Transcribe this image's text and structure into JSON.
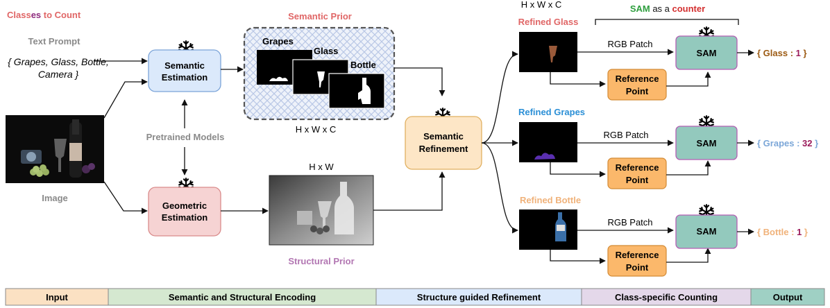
{
  "diagram": {
    "classes_heading": {
      "part1": "Class",
      "part2": "es",
      "part3": " to Count"
    },
    "text_prompt_label": "Text Prompt",
    "prompt_line1": "{ Grapes, Glass, Bottle,",
    "prompt_line2": "Camera }",
    "image_label": "Image",
    "pretrained_models": "Pretrained Models",
    "semantic_estimation": {
      "line1": "Semantic",
      "line2": "Estimation"
    },
    "geometric_estimation": {
      "line1": "Geometric",
      "line2": "Estimation"
    },
    "semantic_prior_title": "Semantic Prior",
    "mask_labels": [
      "Grapes",
      "Glass",
      "Bottle"
    ],
    "hxwxc_middle": "H x W x C",
    "hxw": "H x W",
    "structural_prior": "Structural Prior",
    "semantic_refinement": {
      "line1": "Semantic",
      "line2": "Refinement"
    },
    "hxwxc_top": "H x W x C",
    "counter_heading": {
      "sam": "SAM",
      "mid": " as a ",
      "counter": "counter"
    },
    "refined_labels": [
      "Refined Glass",
      "Refined Grapes",
      "Refined Bottle"
    ],
    "rgb_patch": "RGB Patch",
    "sam": "SAM",
    "reference_point": {
      "line1": "Reference",
      "line2": "Point"
    },
    "outputs": [
      {
        "open": "{ ",
        "name": "Glass",
        "sep": " : ",
        "count": "1",
        "close": " }"
      },
      {
        "open": "{ ",
        "name": "Grapes",
        "sep": " : ",
        "count": "32",
        "close": " }"
      },
      {
        "open": "{ ",
        "name": "Bottle",
        "sep": " : ",
        "count": "1",
        "close": " }"
      }
    ]
  },
  "legend": [
    "Input",
    "Semantic and Structural Encoding",
    "Structure guided Refinement",
    "Class-specific Counting",
    "Output"
  ],
  "colors": {
    "heading_red": "#e06666",
    "heading_purple": "#8e2c7e",
    "sam_green": "#2e9e3e",
    "counter_red": "#d32f2f",
    "gray_text": "#8a8a8a",
    "structural_purple": "#b276b2",
    "refined_glass": "#e06666",
    "refined_grapes": "#2b8fd6",
    "refined_bottle": "#f0b27a",
    "out_glass": "#9c5a12",
    "out_grapes": "#7ca7d8",
    "out_bottle": "#f0b27a",
    "out_count": "#9b1b5a",
    "semantic_box": "#dbe9fb",
    "geometric_box": "#f6d3d3",
    "refinement_box": "#fde6c6",
    "sam_box": "#93c9bd",
    "ref_point_box": "#fbb86b",
    "legend_input": "#fbe1c3",
    "legend_encoding": "#d5e8d0",
    "legend_refinement": "#dbe9fb",
    "legend_counting": "#e4d8ea",
    "legend_output": "#9fd0c4"
  }
}
